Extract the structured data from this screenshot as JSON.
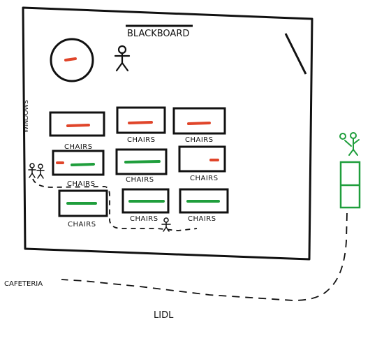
{
  "labels": {
    "blackboard": "BLACKBOARD",
    "windows": "WINDOWS",
    "cafeteria": "CAFETERIA",
    "lidl": "LIDL"
  },
  "tables": [
    {
      "label": "CHAIRS",
      "fill": "red"
    },
    {
      "label": "CHAIRS",
      "fill": "red"
    },
    {
      "label": "CHAIRS",
      "fill": "red"
    },
    {
      "label": "CHAIRS",
      "fill": "green",
      "marker": "red"
    },
    {
      "label": "CHAIRS",
      "fill": "green"
    },
    {
      "label": "CHAIRS",
      "fill": "red"
    },
    {
      "label": "CHAIRS",
      "fill": "green"
    },
    {
      "label": "CHAIRS",
      "fill": "green"
    },
    {
      "label": "CHAIRS",
      "fill": "green"
    }
  ],
  "colors": {
    "ink": "#111111",
    "red": "#e0452a",
    "green": "#1f9e3c",
    "paper": "#ffffff"
  }
}
